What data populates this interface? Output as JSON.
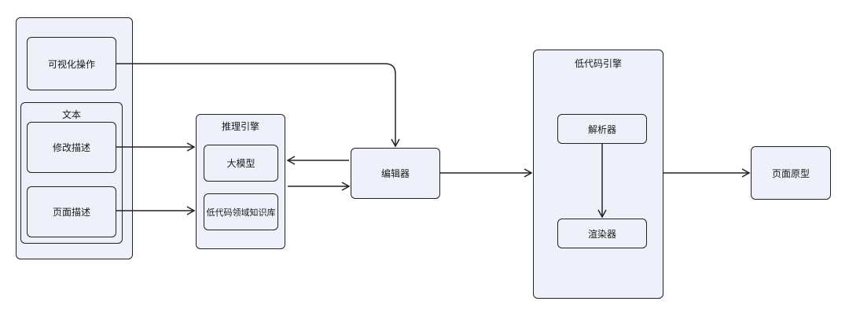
{
  "input_group": {
    "visual_op": "可视化操作",
    "text_group": {
      "title": "文本",
      "modify_desc": "修改描述",
      "page_desc": "页面描述"
    }
  },
  "inference_engine": {
    "title": "推理引擎",
    "llm": "大模型",
    "knowledge_base": "低代码领域知识库"
  },
  "editor": "编辑器",
  "lowcode_engine": {
    "title": "低代码引擎",
    "parser": "解析器",
    "renderer": "渲染器"
  },
  "page_prototype": "页面原型"
}
